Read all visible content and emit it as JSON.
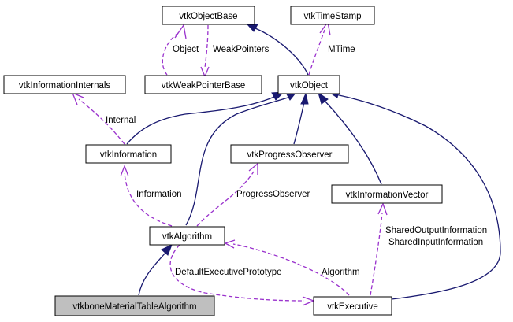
{
  "colors": {
    "inheritance_edge": "#191970",
    "usage_edge": "#9a32cd",
    "current_node_fill": "#bfbfbf",
    "node_fill": "#ffffff",
    "node_border": "#000000"
  },
  "nodes": {
    "object_base": "vtkObjectBase",
    "time_stamp": "vtkTimeStamp",
    "information_internals": "vtkInformationInternals",
    "weak_pointer_base": "vtkWeakPointerBase",
    "object": "vtkObject",
    "information": "vtkInformation",
    "progress_observer": "vtkProgressObserver",
    "information_vector": "vtkInformationVector",
    "algorithm": "vtkAlgorithm",
    "material_table_algorithm": "vtkboneMaterialTableAlgorithm",
    "executive": "vtkExecutive"
  },
  "edge_labels": {
    "object": "Object",
    "weak_pointers": "WeakPointers",
    "mtime": "MTime",
    "internal": "Internal",
    "information": "Information",
    "progress_observer": "ProgressObserver",
    "shared_output_information": "SharedOutputInformation",
    "shared_input_information": "SharedInputInformation",
    "default_executive_prototype": "DefaultExecutivePrototype",
    "algorithm": "Algorithm"
  }
}
